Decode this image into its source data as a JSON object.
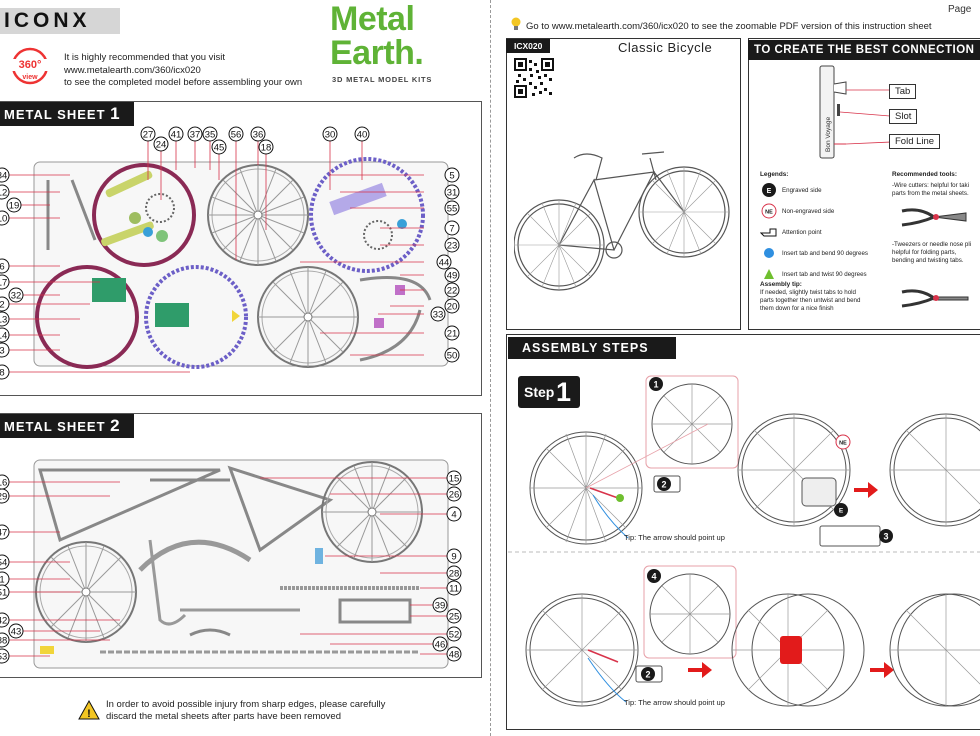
{
  "header": {
    "brand": "ICONX",
    "badge_top": "360°",
    "badge_bottom": "view",
    "visit_lines": [
      "It is highly recommended that you visit",
      "www.metalearth.com/360/icx020",
      "to see the completed model before assembling your own"
    ],
    "logo_line1": "Metal",
    "logo_line2": "Earth.",
    "logo_sub": "3D METAL MODEL KITS"
  },
  "sheet1": {
    "title": "METAL SHEET",
    "number": "1",
    "labels_left": [
      "34",
      "12",
      "19",
      "10",
      "6",
      "17",
      "32",
      "2",
      "13",
      "14",
      "3",
      "8"
    ],
    "labels_top": [
      "27",
      "41",
      "24",
      "37",
      "35",
      "45",
      "56",
      "36",
      "18",
      "30",
      "40"
    ],
    "labels_right": [
      "5",
      "31",
      "55",
      "7",
      "23",
      "44",
      "49",
      "22",
      "20",
      "33",
      "21",
      "50"
    ]
  },
  "sheet2": {
    "title": "METAL SHEET",
    "number": "2",
    "labels_left": [
      "16",
      "29",
      "47",
      "54",
      "1",
      "51",
      "42",
      "43",
      "38",
      "53"
    ],
    "labels_right": [
      "15",
      "26",
      "4",
      "9",
      "28",
      "11",
      "39",
      "25",
      "52",
      "46",
      "48"
    ]
  },
  "warning": {
    "lines": [
      "In order to avoid possible injury from sharp edges, please carefully",
      "discard the metal sheets after parts have been removed"
    ]
  },
  "right": {
    "page_label": "Page",
    "goto_text": "Go to www.metalearth.com/360/icx020 to see the zoomable PDF version of this instruction sheet",
    "model_code": "ICX020",
    "model_name": "Classic Bicycle",
    "best_connection_title": "TO CREATE THE BEST CONNECTION",
    "connection_labels": [
      "Tab",
      "Slot",
      "Fold Line"
    ],
    "strip_text": "Bon Voyage",
    "legends_title": "Legends:",
    "legends": [
      {
        "icon": "E",
        "text": "Engraved side"
      },
      {
        "icon": "NE",
        "text": "Non-engraved side"
      },
      {
        "icon": "hand",
        "text": "Attention point"
      },
      {
        "icon": "dot",
        "text": "Insert tab and bend 90 degrees"
      },
      {
        "icon": "triangle",
        "text": "Insert tab and twist 90 degrees"
      }
    ],
    "assembly_tip_title": "Assembly tip:",
    "assembly_tip_lines": [
      "If needed, slightly twist tabs to hold",
      "parts together then untwist and bend",
      "them down for a nice finish"
    ],
    "tools_title": "Recommended tools:",
    "tool1_lines": [
      "-Wire cutters: helpful for taki",
      "parts from the metal sheets."
    ],
    "tool2_lines": [
      "-Tweezers or needle nose pli",
      "helpful for folding parts,",
      "bending and twisting tabs."
    ],
    "assembly_steps_title": "ASSEMBLY STEPS",
    "step_word": "Step",
    "step_number": "1",
    "callouts": [
      "1",
      "2",
      "3",
      "4",
      "2"
    ],
    "tip_text": "Tip: The arrow should point up",
    "badge_ne": "NE",
    "badge_e": "E"
  },
  "colors": {
    "accent_green": "#5fb336",
    "dark": "#1a1a1a",
    "callout_red": "#d8334a",
    "ring_purple": "#6c5fc7",
    "ring_maroon": "#8a2a55",
    "part_green": "#2f9c6a",
    "tip_blue": "#2f8fe0"
  }
}
